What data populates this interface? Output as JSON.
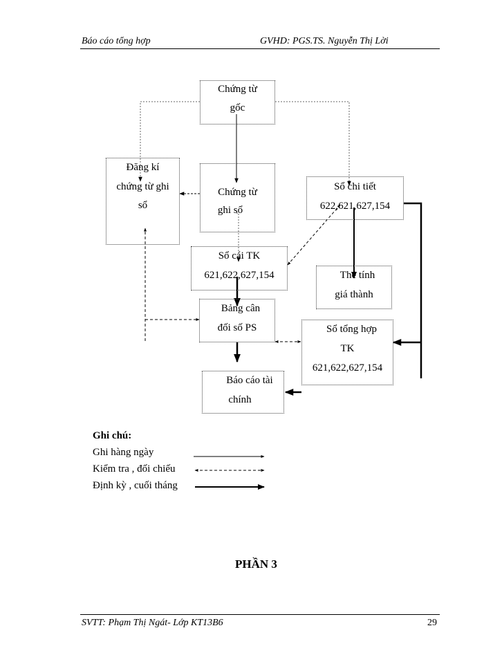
{
  "header": {
    "left": "Báo cáo tổng hợp",
    "right": "GVHD: PGS.TS. Nguyễn Thị Lời"
  },
  "boxes": {
    "chung_tu_goc": [
      "Chứng từ",
      "gốc"
    ],
    "dang_ki": [
      "Đăng kí",
      "chứng từ ghi",
      "sổ"
    ],
    "chung_tu_ghi_so": [
      "Chứng từ",
      "ghi sổ"
    ],
    "so_chi_tiet": [
      "Sổ chi tiết",
      "622,621,627,154"
    ],
    "so_cai": [
      "Sổ cái TK",
      "621,622,627,154"
    ],
    "the_tinh": [
      "Thẻ tính",
      "giá thành"
    ],
    "bang_can_doi": [
      "Bảng cân",
      "đối số PS"
    ],
    "so_tong_hop": [
      "Sổ tổng hợp",
      "TK",
      "621,622,627,154"
    ],
    "bao_cao": [
      "Báo cáo tài",
      "chính"
    ]
  },
  "legend": {
    "title": "Ghi chú:",
    "items": [
      {
        "label": "Ghi hàng ngày",
        "style": "thin-solid"
      },
      {
        "label": "Kiểm tra , đối chiếu",
        "style": "dashed-double"
      },
      {
        "label": "Định kỳ , cuối tháng",
        "style": "thick-solid"
      }
    ]
  },
  "section_title": "PHẦN 3",
  "footer": {
    "left": "SVTT: Phạm Thị Ngát- Lớp KT13B6",
    "page": "29"
  }
}
